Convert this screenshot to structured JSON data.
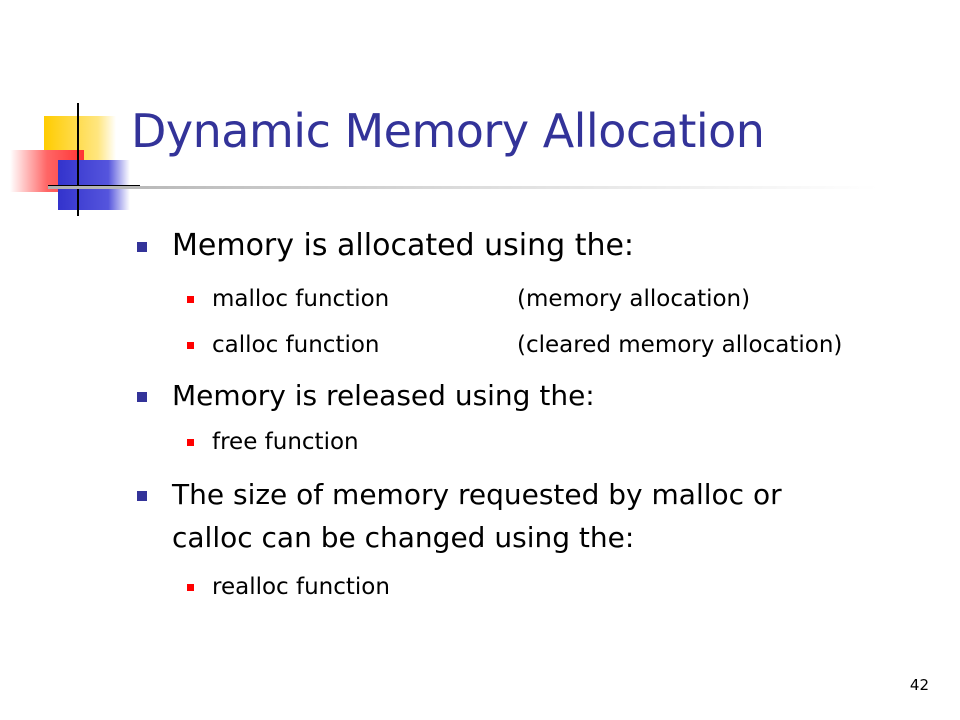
{
  "slide": {
    "title": "Dynamic Memory Allocation",
    "number": "42",
    "colors": {
      "title": "#333399",
      "bullet_level1": "#333399",
      "bullet_level2": "#ff0000",
      "logo_yellow": "#ffcc00",
      "logo_blue": "#3333cc",
      "logo_red": "#ff3333"
    },
    "bullets": [
      {
        "text": "Memory is allocated using the:",
        "sub": [
          {
            "name": "malloc function",
            "note": "(memory allocation)"
          },
          {
            "name": "calloc function",
            "note": "(cleared memory allocation)"
          }
        ]
      },
      {
        "text": "Memory is released using the:",
        "sub": [
          {
            "name": "free function",
            "note": ""
          }
        ]
      },
      {
        "text_line1": "The size of memory requested by malloc or",
        "text_line2": "calloc can be changed  using the:",
        "sub": [
          {
            "name": "realloc function",
            "note": ""
          }
        ]
      }
    ]
  }
}
